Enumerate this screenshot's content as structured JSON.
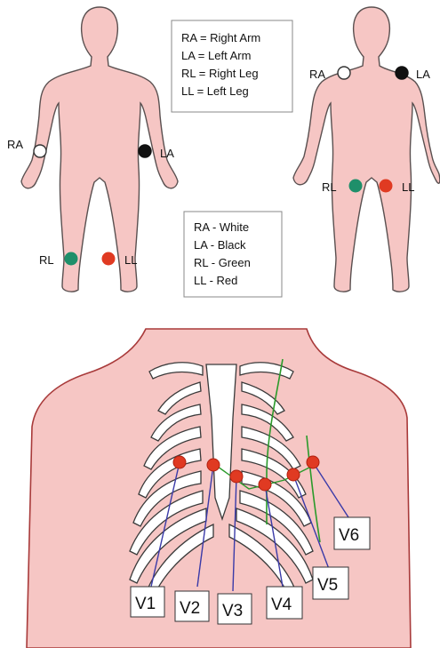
{
  "colors": {
    "skin": "#f6c6c4",
    "outline": "#5a5050",
    "torso_outline": "#a83a3a",
    "electrode_white": "#ffffff",
    "electrode_black": "#111111",
    "electrode_green": "#1f8f6a",
    "electrode_red": "#e03a22",
    "lead_wire": "#3a3aa8",
    "guide_line": "#2a9a2a"
  },
  "legend_abbrev": {
    "lines": [
      "RA = Right Arm",
      "LA = Left Arm",
      "RL = Right Leg",
      "LL = Left Leg"
    ]
  },
  "legend_colors": {
    "lines": [
      "RA - White",
      "LA - Black",
      "RL - Green",
      "LL - Red"
    ]
  },
  "front_figure": {
    "labels": {
      "ra": "RA",
      "la": "LA",
      "rl": "RL",
      "ll": "LL"
    }
  },
  "back_figure": {
    "labels": {
      "ra": "RA",
      "la": "LA",
      "rl": "RL",
      "ll": "LL"
    }
  },
  "chest": {
    "leads": [
      "V1",
      "V2",
      "V3",
      "V4",
      "V5",
      "V6"
    ]
  }
}
